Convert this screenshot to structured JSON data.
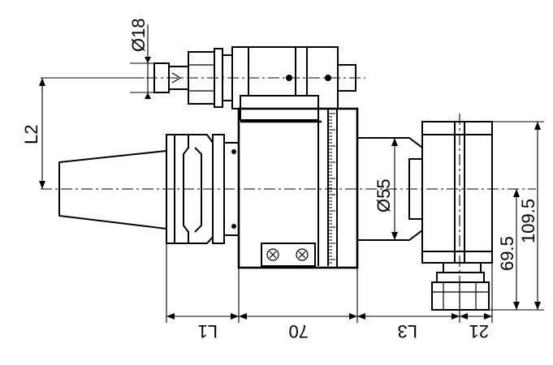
{
  "dimensions": {
    "d18": "Ø18",
    "l2": "L2",
    "d55": "Ø55",
    "h109_5": "109.5",
    "h69_5": "69.5",
    "l1": "L1",
    "w70": "70",
    "l3": "L3",
    "w21": "21"
  },
  "colors": {
    "line": "#000000",
    "background": "#ffffff"
  }
}
